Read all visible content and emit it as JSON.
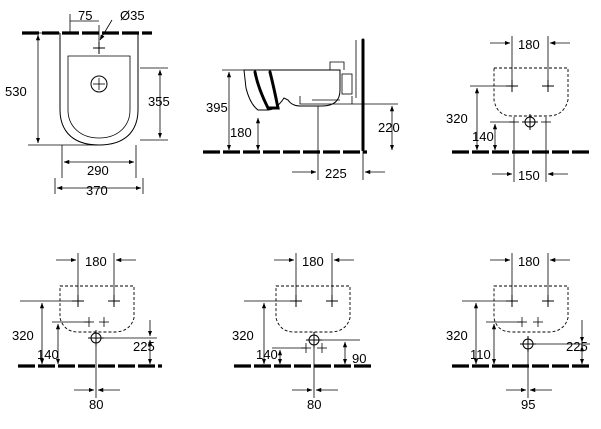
{
  "views": {
    "top": {
      "dim_tap_offset": "75",
      "dim_tap_hole": "Ø35",
      "dim_depth": "530",
      "dim_fix_depth": "355",
      "dim_fix_width": "290",
      "dim_width": "370"
    },
    "side": {
      "dim_height": "395",
      "dim_rim_low": "180",
      "dim_waste_height": "220",
      "dim_waste_offset": "225"
    },
    "front1": {
      "dim_fix_spacing": "180",
      "dim_fix_height": "320",
      "dim_supply_height": "140",
      "dim_supply_spacing": "150"
    },
    "front2": {
      "dim_fix_spacing": "180",
      "dim_fix_height": "320",
      "dim_supply_height": "140",
      "dim_waste_height": "225",
      "dim_waste_offset": "80"
    },
    "front3": {
      "dim_fix_spacing": "180",
      "dim_fix_height": "320",
      "dim_supply_height": "140",
      "dim_waste_height": "90",
      "dim_waste_offset": "80"
    },
    "front4": {
      "dim_fix_spacing": "180",
      "dim_fix_height": "320",
      "dim_supply_height": "110",
      "dim_waste_height": "225",
      "dim_waste_offset": "95"
    }
  }
}
